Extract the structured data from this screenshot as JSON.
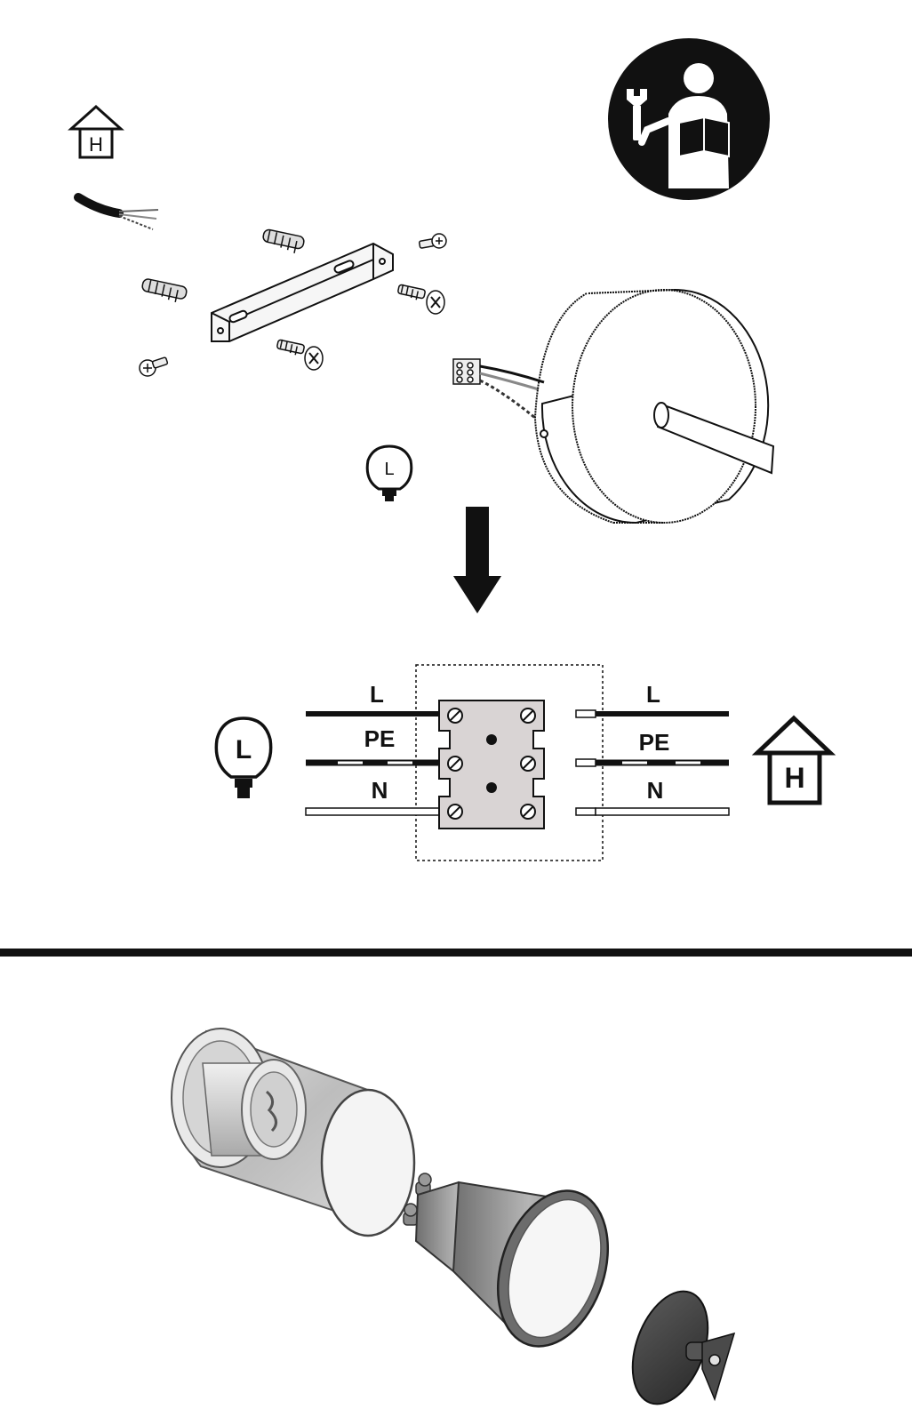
{
  "icons": {
    "house_icon_top": "house-H-icon",
    "lamp_icon_top": "lamp-L-icon",
    "manual_icon": "read-manual-icon",
    "house_icon_wiring": "house-H-icon",
    "lamp_icon_wiring": "lamp-L-icon"
  },
  "top_icons": {
    "house_letter": "H",
    "lamp_letter": "L"
  },
  "wiring": {
    "lamp_letter": "L",
    "house_letter": "H",
    "left_labels": [
      "L",
      "PE",
      "N"
    ],
    "right_labels": [
      "L",
      "PE",
      "N"
    ]
  },
  "colors": {
    "line": "#111111",
    "terminal_fill": "#d9d4d4",
    "glass": "#cfcfcf",
    "bulb_grey": "#9a9a9a",
    "dark_part": "#4a4a4a"
  }
}
